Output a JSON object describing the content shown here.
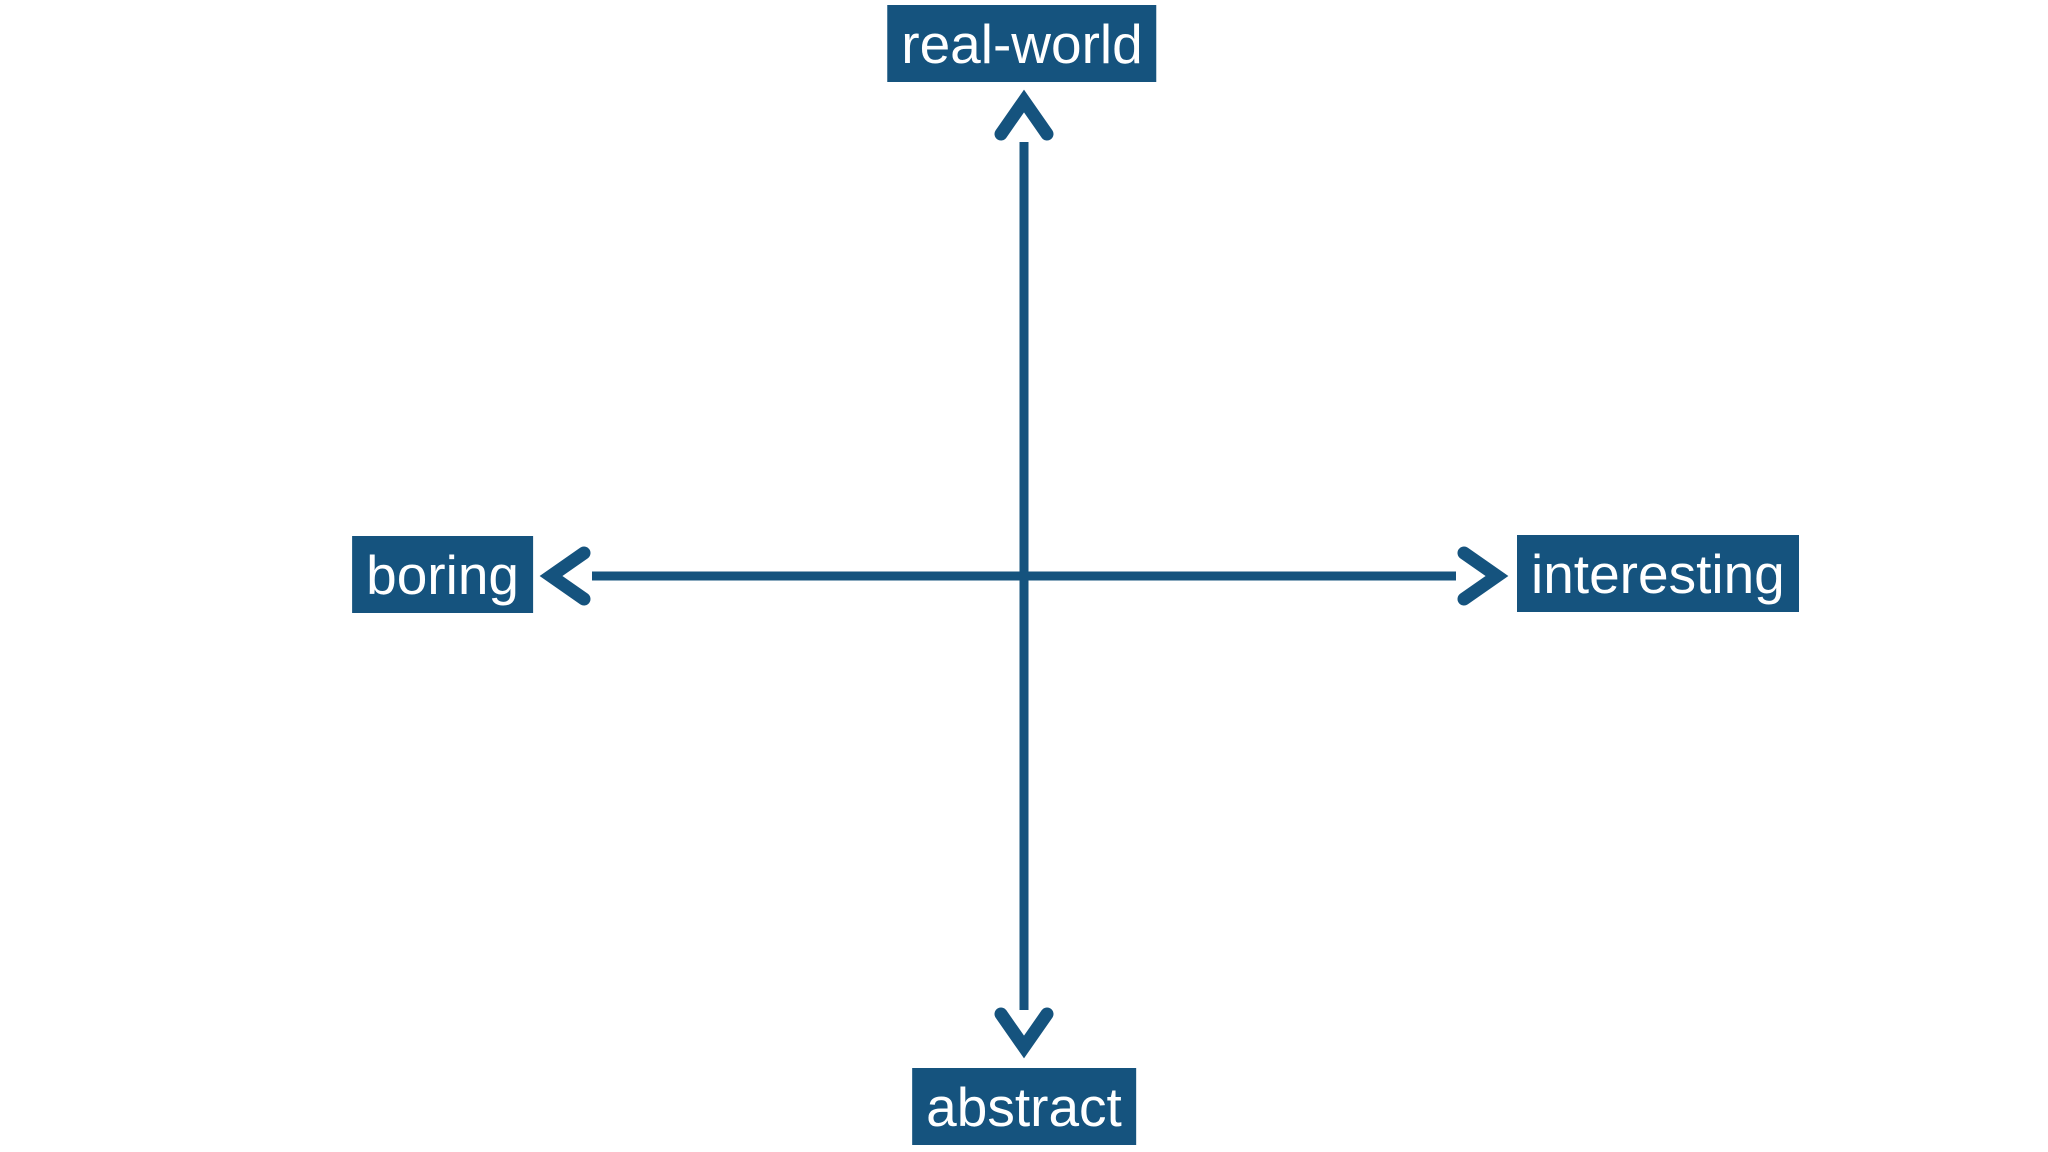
{
  "diagram": {
    "type": "quadrant-axes",
    "axes": {
      "vertical": {
        "positive_label": "real-world",
        "negative_label": "abstract"
      },
      "horizontal": {
        "negative_label": "boring",
        "positive_label": "interesting"
      }
    },
    "icons": {
      "arrowheads": [
        "arrow-up-icon",
        "arrow-down-icon",
        "arrow-left-icon",
        "arrow-right-icon"
      ]
    },
    "colors": {
      "axis_color": "#15537e",
      "label_bg": "#15537e",
      "label_text": "#ffffff",
      "page_bg": "#ffffff"
    }
  }
}
